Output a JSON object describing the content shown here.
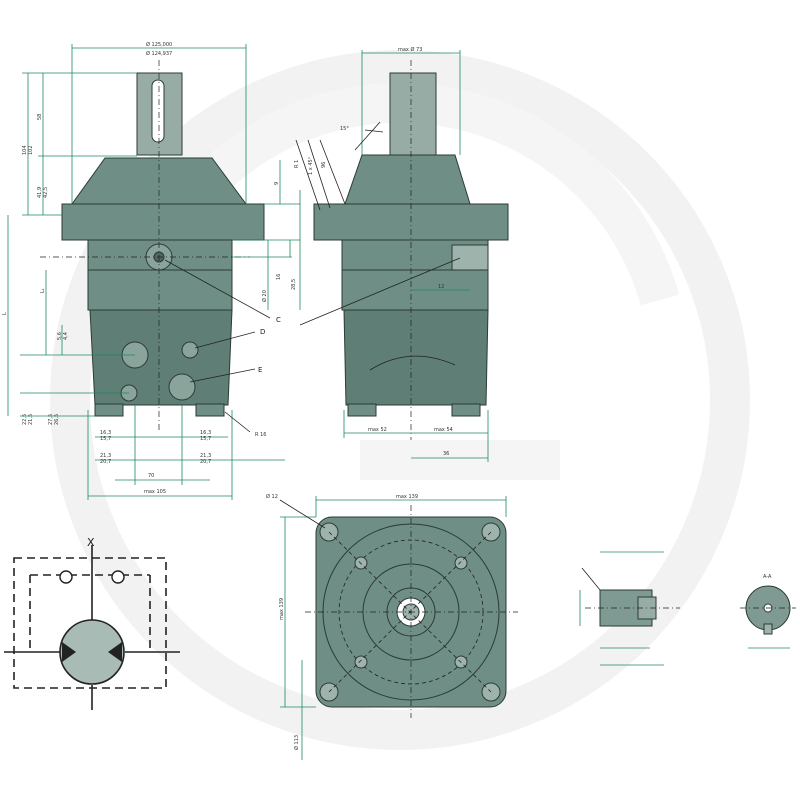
{
  "labels": {
    "top_dia_1": "Ø 125,000",
    "top_dia_2": "Ø 124,937",
    "max_dia_73": "max Ø 73",
    "dim_104": "104",
    "dim_102": "102",
    "dim_58": "58",
    "dim_419": "41,9",
    "dim_425": "42,5",
    "dim_l": "L",
    "dim_l1": "L₁",
    "dim_56": "5,6",
    "dim_44": "4,4",
    "dim_225": "22,5",
    "dim_215": "21,5",
    "dim_275": "27,5",
    "dim_265": "26,5",
    "dim_9": "9",
    "dim_16": "16",
    "dim_285": "28,5",
    "dim_20": "Ø 20",
    "angle_15": "15°",
    "r1": "R 1",
    "chamfer": "1 x 45°",
    "dim_96": "96",
    "dim_12": "12",
    "dim_163": "16,3",
    "dim_157": "15,7",
    "dim_213": "21,3",
    "dim_207": "20,7",
    "dim_70": "70",
    "max_105": "max 105",
    "max_52": "max 52",
    "max_54": "max 54",
    "dim_36": "36",
    "r16": "R 16",
    "label_c": "C",
    "label_d": "D",
    "label_e": "E",
    "dia_12": "Ø 12",
    "max_139_h": "max 139",
    "max_139_v": "max 139",
    "dia_113": "Ø 113",
    "schem_x": "X",
    "key_a": "A-A"
  }
}
